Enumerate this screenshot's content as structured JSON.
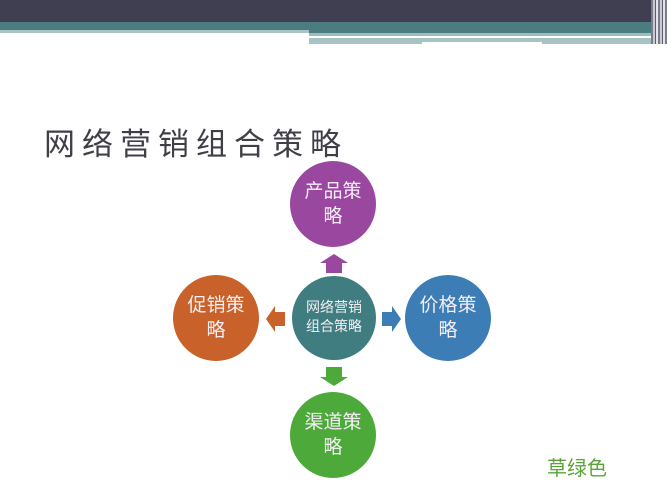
{
  "slide": {
    "title": "网络营销组合策略",
    "footer_note": "草绿色"
  },
  "diagram": {
    "center": {
      "label": "网络营销组合策略",
      "color": "#3f7d80"
    },
    "nodes": [
      {
        "id": "product",
        "label": "产品策略",
        "position": "top",
        "color": "#9a479f"
      },
      {
        "id": "price",
        "label": "价格策略",
        "position": "right",
        "color": "#3c7db5"
      },
      {
        "id": "channel",
        "label": "渠道策略",
        "position": "bottom",
        "color": "#4daa3a"
      },
      {
        "id": "promotion",
        "label": "促销策略",
        "position": "left",
        "color": "#c8612a"
      }
    ],
    "arrows": [
      {
        "direction": "up",
        "color": "#9a479f"
      },
      {
        "direction": "right",
        "color": "#3c7db5"
      },
      {
        "direction": "down",
        "color": "#4daa3a"
      },
      {
        "direction": "left",
        "color": "#c8612a"
      }
    ]
  }
}
